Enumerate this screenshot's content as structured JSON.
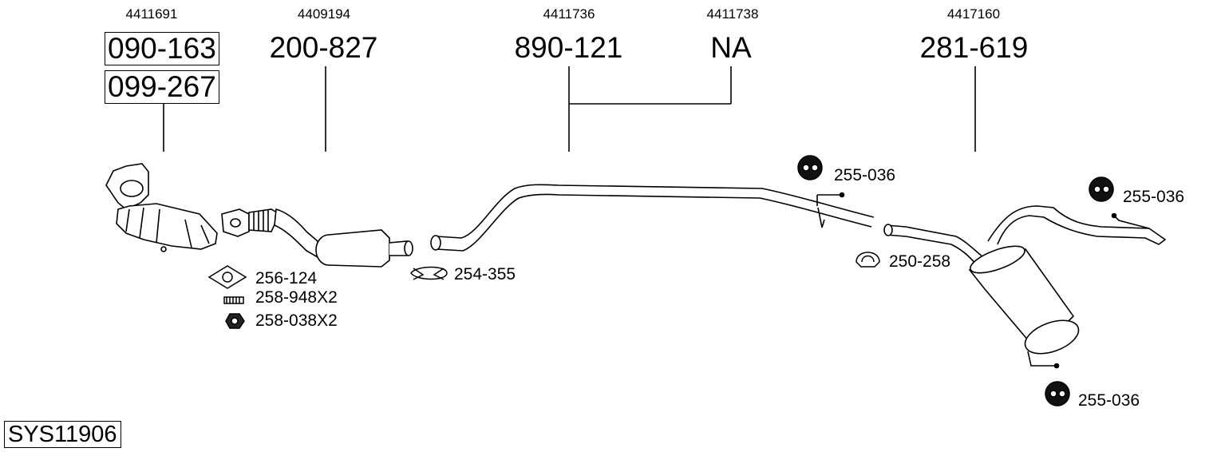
{
  "system_code": "SYS11906",
  "oe_numbers": [
    "4411691",
    "4409194",
    "4411736",
    "4411738",
    "4417160"
  ],
  "parts": {
    "catalyst_primary": "090-163",
    "catalyst_alt": "099-267",
    "front_silencer": "200-827",
    "middle_pipe": "890-121",
    "middle_pipe_alt": "NA",
    "rear_silencer": "281-619"
  },
  "accessories": {
    "gasket": "256-124",
    "bolt": "258-948X2",
    "nut": "258-038X2",
    "clamp_front": "254-355",
    "clamp_rear": "250-258",
    "rubber_mount_1": "255-036",
    "rubber_mount_2": "255-036",
    "rubber_mount_3": "255-036"
  }
}
